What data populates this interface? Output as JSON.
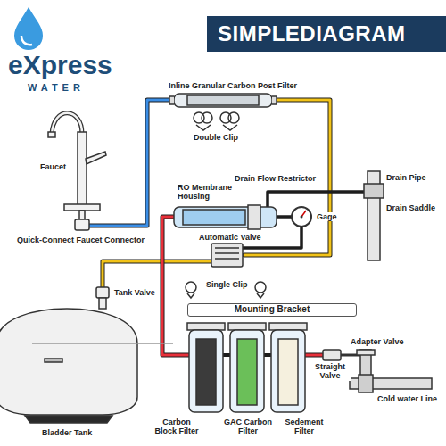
{
  "diagram": {
    "title": "SIMPLEDIAGRAM",
    "nodes": [
      {
        "text": [
          "Mounting Bracket"
        ]
      }
    ],
    "labels": [
      "eXpress",
      "WATER",
      "Inline Granular Carbon Post Filter",
      "Double Clip",
      "Drain Flow Restrictor",
      "Faucet",
      "RO Membrane Housing",
      "Drain Pipe",
      "Gage",
      "Drain Saddle",
      "Automatic Valve",
      "Quick-Connect Faucet Connector",
      "Single Clip",
      "Tank Valve",
      "Adapter Valve",
      "Straight Valve",
      "Cold water Line",
      "Carbon Block Filter",
      "GAC Carbon Filter",
      "Sedement Filter",
      "Bladder Tank"
    ]
  }
}
